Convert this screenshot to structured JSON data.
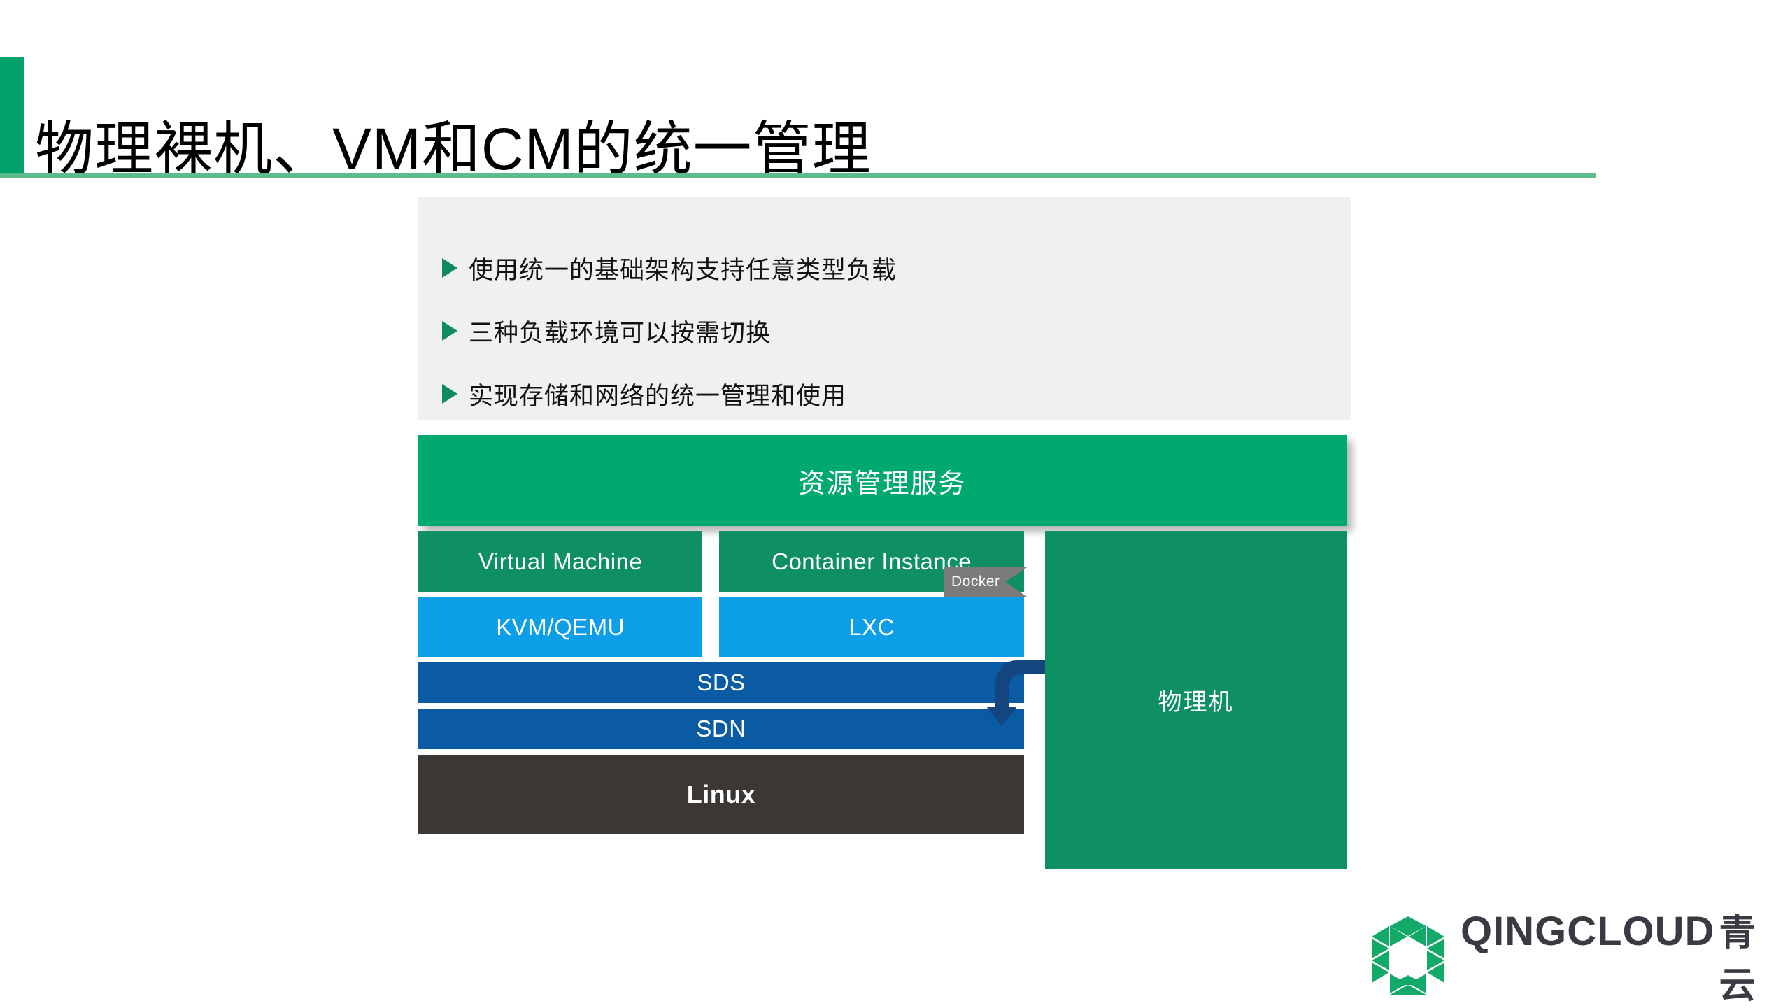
{
  "slide": {
    "title": "物理裸机、VM和CM的统一管理",
    "accent_green": "#00a06a",
    "rule_green": "#5cbd8a"
  },
  "bullets": {
    "items": [
      {
        "text": "使用统一的基础架构支持任意类型负载",
        "marker": "triangle-bullet-icon"
      },
      {
        "text": "三种负载环境可以按需切换",
        "marker": "triangle-bullet-icon"
      },
      {
        "text": "实现存储和网络的统一管理和使用",
        "marker": "triangle-bullet-icon"
      }
    ]
  },
  "diagram": {
    "resource_management": {
      "label": "资源管理服务",
      "color": "#00a96e"
    },
    "virtual_machine": {
      "label": "Virtual Machine",
      "color": "#0e9063"
    },
    "container_instance": {
      "label": "Container Instance",
      "color": "#0e9063"
    },
    "docker_tag": {
      "label": "Docker",
      "color": "#7b7b7b"
    },
    "docker_arrow": {
      "name": "curved-arrow-icon",
      "color": "#14457e"
    },
    "kvm_qemu": {
      "label": "KVM/QEMU",
      "color": "#0d9ee8"
    },
    "lxc": {
      "label": "LXC",
      "color": "#0d9ee8"
    },
    "sds": {
      "label": "SDS",
      "color": "#0a5ba3"
    },
    "sdn": {
      "label": "SDN",
      "color": "#0a5ba3"
    },
    "linux": {
      "label": "Linux",
      "color": "#3b3735"
    },
    "bare_metal": {
      "label": "物理机",
      "color": "#0e9063"
    }
  },
  "logo": {
    "mark": "qingcloud-hexagon-logo-icon",
    "mark_color": "#12a969",
    "wordmark": "QINGCLOUD",
    "wordmark_cn": "青云",
    "wordmark_color": "#3b3a42"
  }
}
